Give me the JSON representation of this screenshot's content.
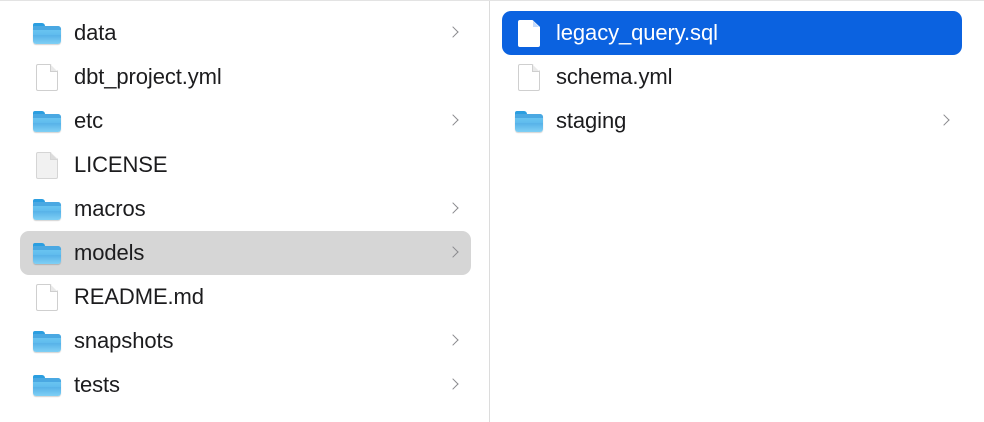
{
  "window": {
    "view_mode": "column",
    "background": "#ffffff",
    "divider_color": "#dcdcdc",
    "selection_colors": {
      "inactive_gray": "#d6d6d6",
      "active_blue": "#0b62e0"
    }
  },
  "columns": [
    {
      "name": "parent-column",
      "items": [
        {
          "label": "data",
          "icon": "folder-icon",
          "kind": "folder",
          "has_chevron": true,
          "selected": false,
          "selection_style": "none"
        },
        {
          "label": "dbt_project.yml",
          "icon": "document-icon",
          "kind": "file",
          "has_chevron": false,
          "selected": false,
          "selection_style": "none"
        },
        {
          "label": "etc",
          "icon": "folder-icon",
          "kind": "folder",
          "has_chevron": true,
          "selected": false,
          "selection_style": "none"
        },
        {
          "label": "LICENSE",
          "icon": "document-gray-icon",
          "kind": "file",
          "has_chevron": false,
          "selected": false,
          "selection_style": "none"
        },
        {
          "label": "macros",
          "icon": "folder-icon",
          "kind": "folder",
          "has_chevron": true,
          "selected": false,
          "selection_style": "none"
        },
        {
          "label": "models",
          "icon": "folder-icon",
          "kind": "folder",
          "has_chevron": true,
          "selected": true,
          "selection_style": "gray"
        },
        {
          "label": "README.md",
          "icon": "document-icon",
          "kind": "file",
          "has_chevron": false,
          "selected": false,
          "selection_style": "none"
        },
        {
          "label": "snapshots",
          "icon": "folder-icon",
          "kind": "folder",
          "has_chevron": true,
          "selected": false,
          "selection_style": "none"
        },
        {
          "label": "tests",
          "icon": "folder-icon",
          "kind": "folder",
          "has_chevron": true,
          "selected": false,
          "selection_style": "none"
        }
      ]
    },
    {
      "name": "child-column",
      "items": [
        {
          "label": "legacy_query.sql",
          "icon": "document-icon",
          "kind": "file",
          "has_chevron": false,
          "selected": true,
          "selection_style": "blue"
        },
        {
          "label": "schema.yml",
          "icon": "document-icon",
          "kind": "file",
          "has_chevron": false,
          "selected": false,
          "selection_style": "none"
        },
        {
          "label": "staging",
          "icon": "folder-icon",
          "kind": "folder",
          "has_chevron": true,
          "selected": false,
          "selection_style": "none"
        }
      ]
    }
  ]
}
